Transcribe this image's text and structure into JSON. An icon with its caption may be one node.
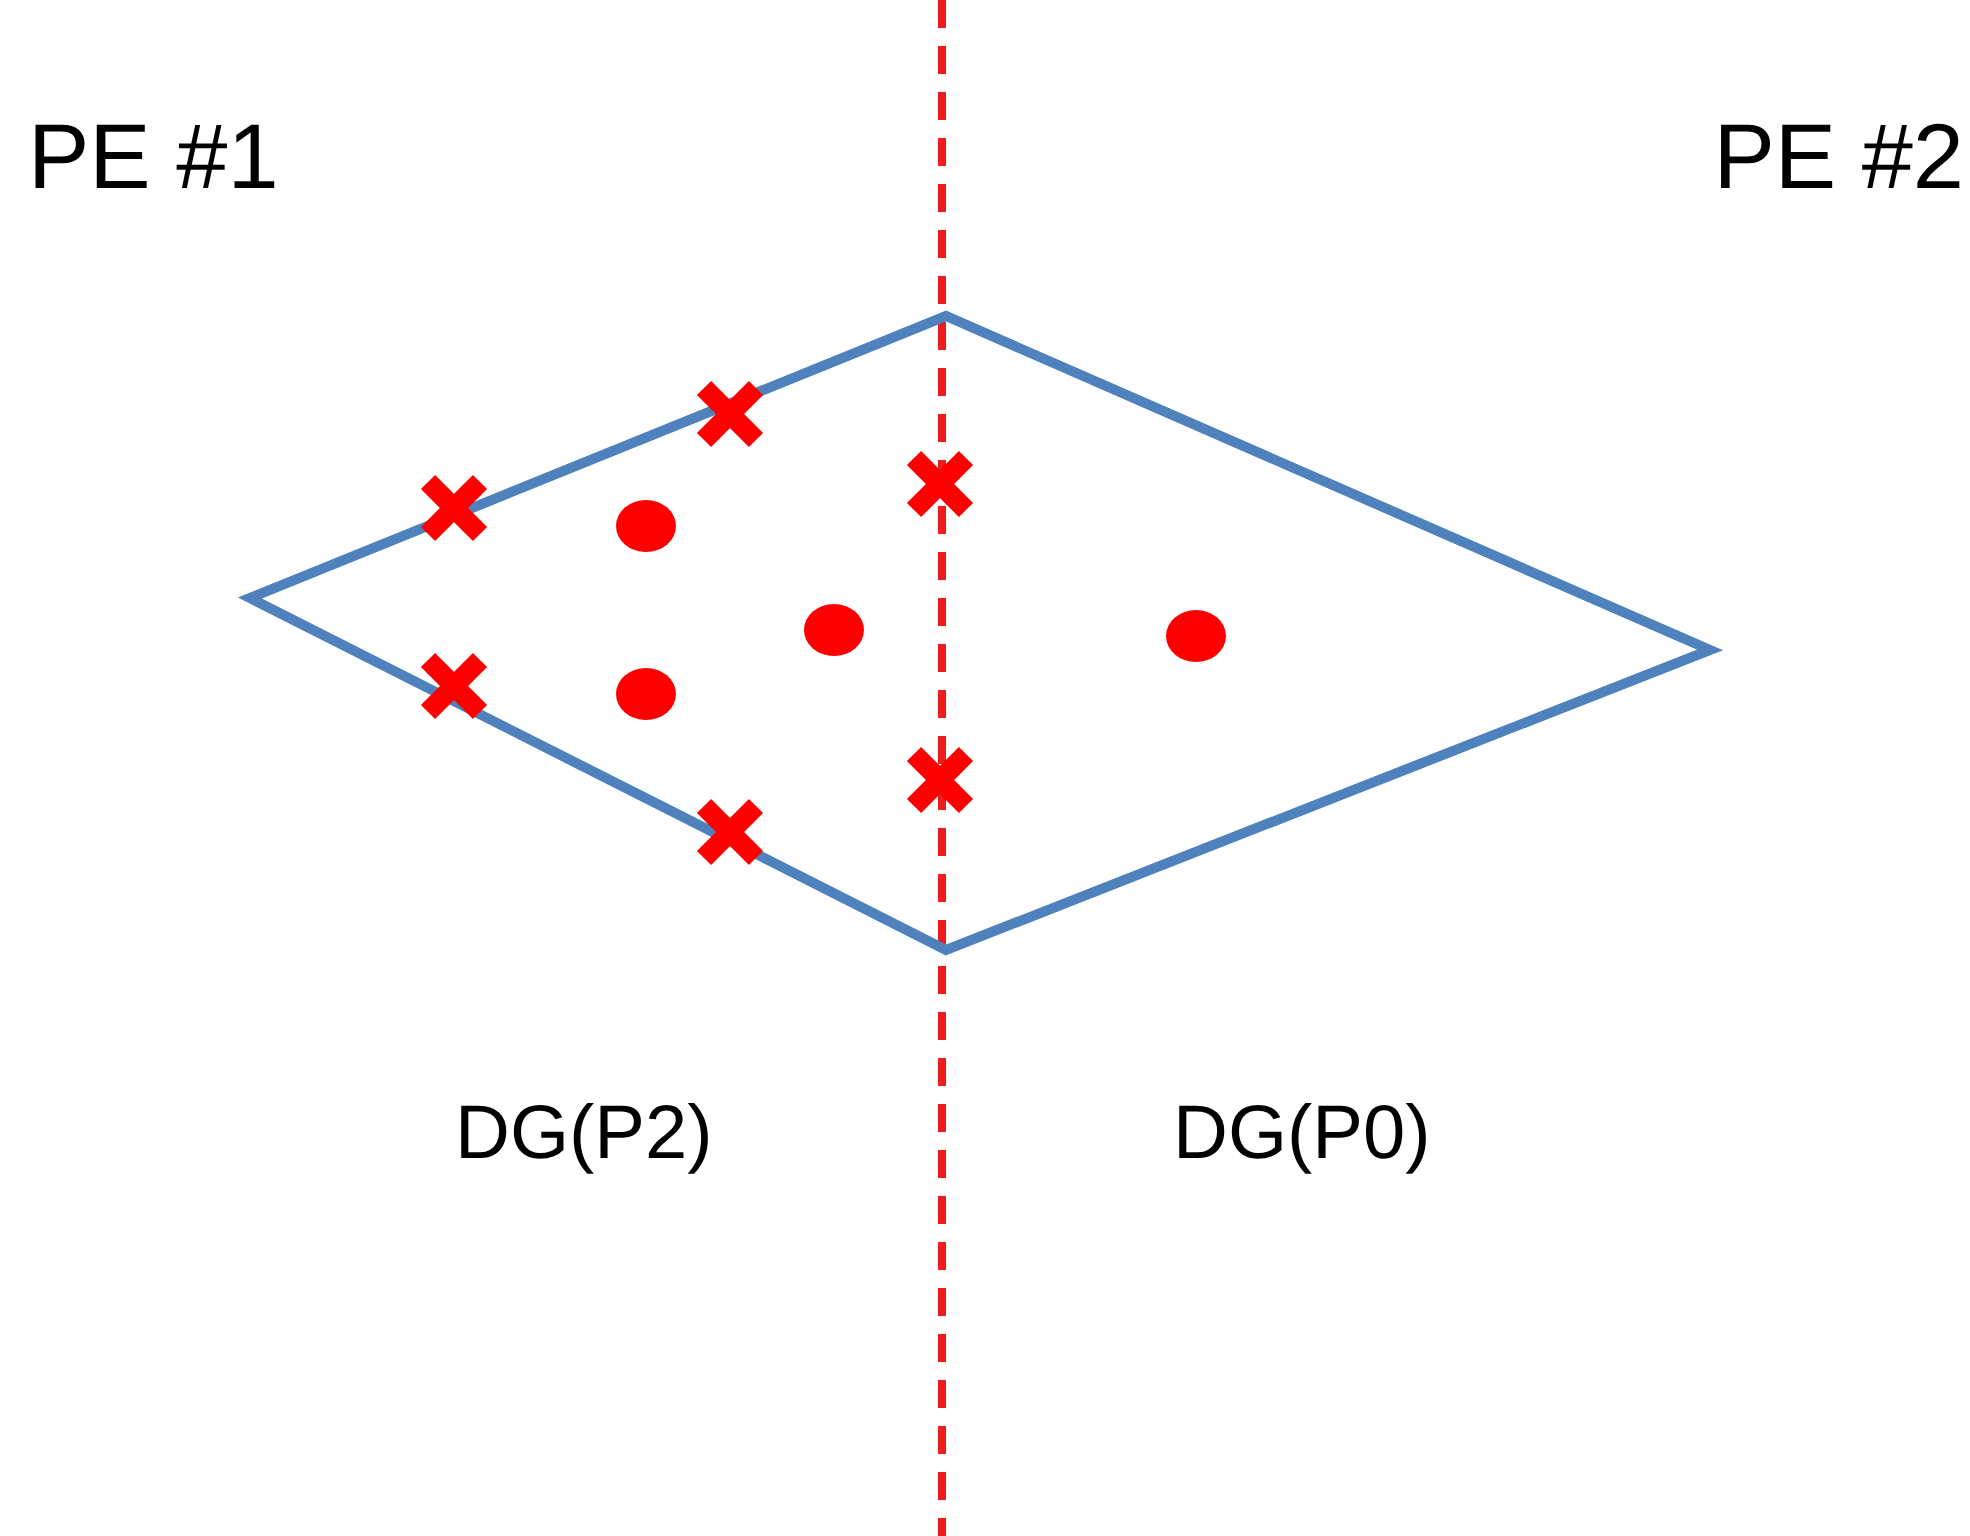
{
  "diagram": {
    "labels": [
      "PE #1",
      "PE #2",
      "DG(P2)",
      "DG(P0)"
    ]
  }
}
